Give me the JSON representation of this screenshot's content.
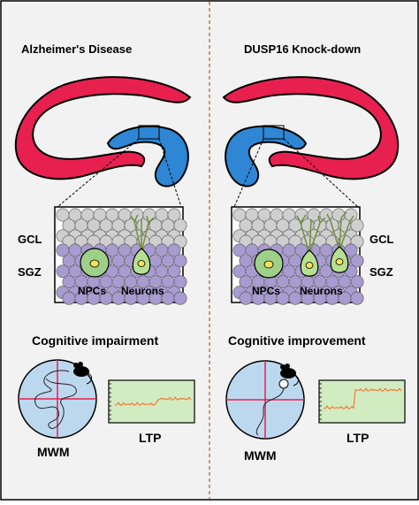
{
  "panels": {
    "left": {
      "title": "Alzheimer's Disease",
      "layer_top": "GCL",
      "layer_bottom": "SGZ",
      "cell_label_1": "NPCs",
      "cell_label_2": "Neurons",
      "outcome": "Cognitive impairment",
      "test_1": "MWM",
      "test_2": "LTP"
    },
    "right": {
      "title": "DUSP16 Knock-down",
      "layer_top": "GCL",
      "layer_bottom": "SGZ",
      "cell_label_1": "NPCs",
      "cell_label_2": "Neurons",
      "outcome": "Cognitive improvement",
      "test_1": "MWM",
      "test_2": "LTP"
    }
  },
  "colors": {
    "frame_bg": "#f2f2f2",
    "divider": "#c0775a",
    "ca_region": "#e8204f",
    "dentate_gyrus": "#2e86d4",
    "gcl_cells": "#cfcfcf",
    "sgz_cells": "#a79bd0",
    "npc_fill": "#9fd089",
    "neuron_fill": "#b6e08f",
    "nucleus": "#f3e25a",
    "dendrite": "#6f8f3c",
    "maze_pool": "#bcd8ef",
    "crosshair": "#e8204f",
    "ltp_panel": "#d2ecc2",
    "ltp_trace": "#f07a3a"
  },
  "icons": {
    "hippocampus": "hippocampus-icon",
    "magnifier": "zoom-inset-icon",
    "mouse": "mouse-icon",
    "platform": "escape-platform-icon"
  }
}
